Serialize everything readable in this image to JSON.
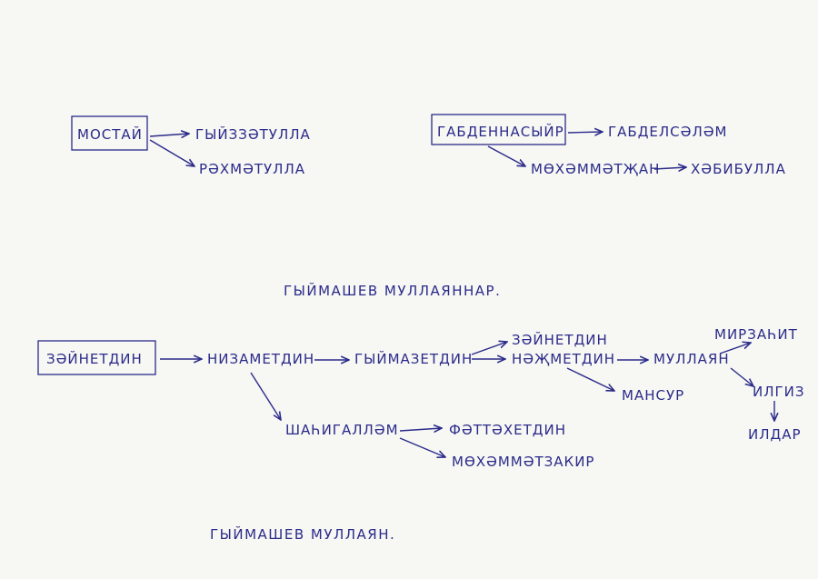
{
  "colors": {
    "ink": "#2b2b8a",
    "paper": "#f7f7f4"
  },
  "nodes": {
    "mostai": "МОСТАЙ",
    "giyzzetulla": "ГЫЙЗЗӘТУЛЛА",
    "rakhmatulla": "РӘХМӘТУЛЛА",
    "gabdennasyir": "ГАБДЕННАСЫЙР",
    "gabdelsalam": "ГАБДЕЛСӘЛӘМ",
    "mokhammetjan": "МӨХӘММӘТҖАН",
    "khabibulla": "ХӘБИБУЛЛА",
    "zainetdin": "ЗӘЙНЕТДИН",
    "nizametdin": "НИЗАМЕТДИН",
    "giymazetdin": "ГЫЙМАЗЕТДИН",
    "zainetdin2": "ЗӘЙНЕТДИН",
    "najmetdin": "НӘҖМЕТДИН",
    "mullayan": "МУЛЛАЯН",
    "mirzahit": "МИРЗАҺИТ",
    "mansur": "МАНСУР",
    "ilgiz": "ИЛГИЗ",
    "ildar": "ИЛДАР",
    "shahigallam": "ШАҺИГАЛЛӘМ",
    "fattakhetdin": "ФӘТТӘХЕТДИН",
    "mokhammetzakir": "МӨХӘММӘТЗАКИР"
  },
  "captions": {
    "mullayannar": "ГЫЙМАШЕВ МУЛЛАЯННАР.",
    "mullayan": "ГЫЙМАШЕВ МУЛЛАЯН."
  }
}
